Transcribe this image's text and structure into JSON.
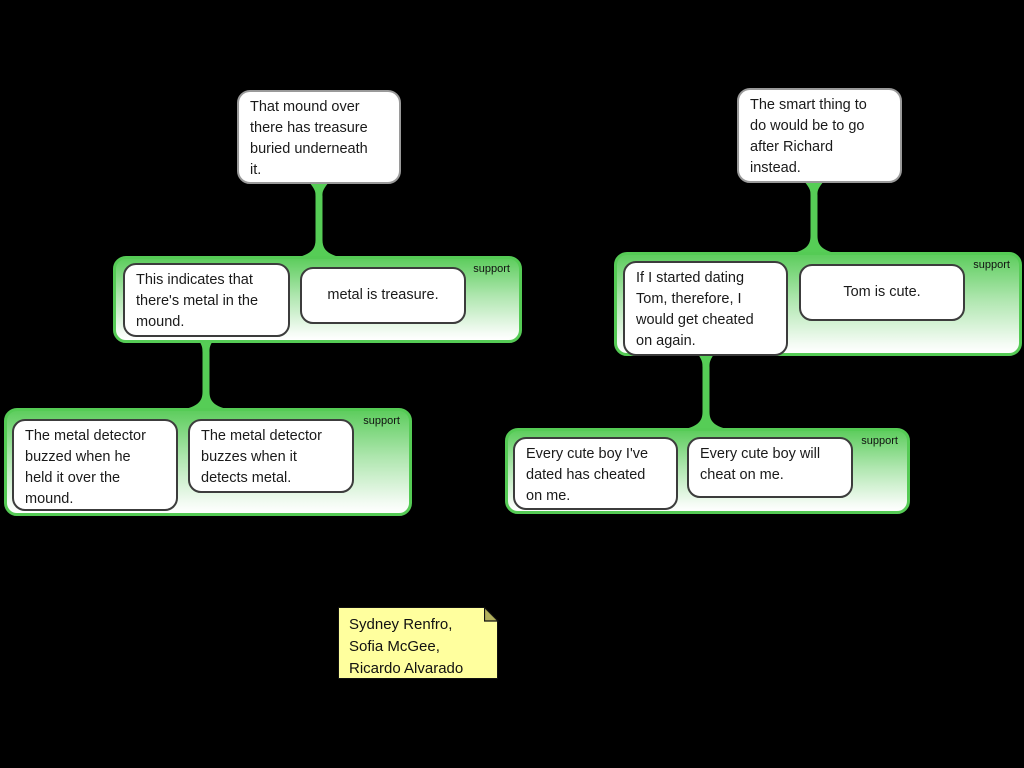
{
  "colors": {
    "background": "#000000",
    "connector_green": "#56cd56",
    "group_border_green": "#55cb55",
    "group_gradient_top": "#5ecd5e",
    "group_gradient_bottom": "#ffffff",
    "box_background": "#ffffff",
    "box_border": "#3c3c3c",
    "claim_border": "#9a9a9a",
    "note_background": "#ffff9e",
    "note_fold": "#b2b05c",
    "text": "#1a1a1a"
  },
  "trees": [
    {
      "claim": {
        "text": "That mound over\nthere has treasure\nburied underneath\nit."
      },
      "groups": [
        {
          "label": "support",
          "boxes": [
            {
              "text": "This indicates that\nthere's metal in the\nmound."
            },
            {
              "text": "metal is treasure."
            }
          ]
        },
        {
          "label": "support",
          "boxes": [
            {
              "text": "The metal detector\nbuzzed when he\nheld it over the\nmound."
            },
            {
              "text": "The metal detector\nbuzzes when it\ndetects metal."
            }
          ]
        }
      ]
    },
    {
      "claim": {
        "text": "The smart thing to\ndo would be to go\nafter Richard\ninstead."
      },
      "groups": [
        {
          "label": "support",
          "boxes": [
            {
              "text": "If I started dating\nTom, therefore, I\nwould get cheated\non again."
            },
            {
              "text": "Tom is cute."
            }
          ]
        },
        {
          "label": "support",
          "boxes": [
            {
              "text": "Every cute boy I've\ndated has cheated\non me."
            },
            {
              "text": "Every cute boy will\ncheat on me."
            }
          ]
        }
      ]
    }
  ],
  "note": {
    "text": "Sydney Renfro,\nSofia McGee,\nRicardo Alvarado"
  }
}
